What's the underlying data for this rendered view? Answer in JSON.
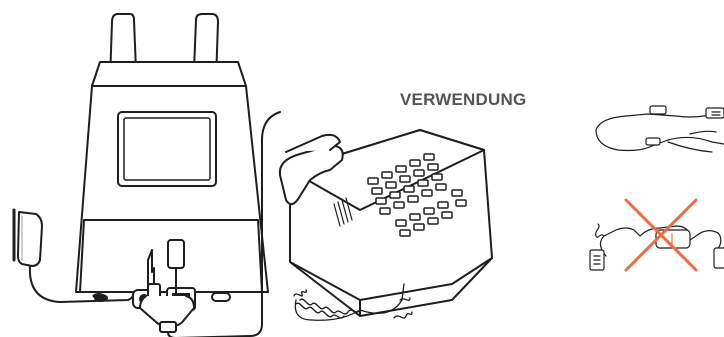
{
  "diagram": {
    "heading": "VERWENDUNG",
    "colors": {
      "line": "#1e1e1e",
      "fill": "#ffffff",
      "gray": "#9a9a9a",
      "prohibited": "#f26a3f"
    },
    "icons": [
      "headset-base-station",
      "power-adapter",
      "desk-phone",
      "coiled-handset-cord",
      "y-splitter-cable",
      "ehs-cable",
      "prohibited-cross"
    ]
  }
}
